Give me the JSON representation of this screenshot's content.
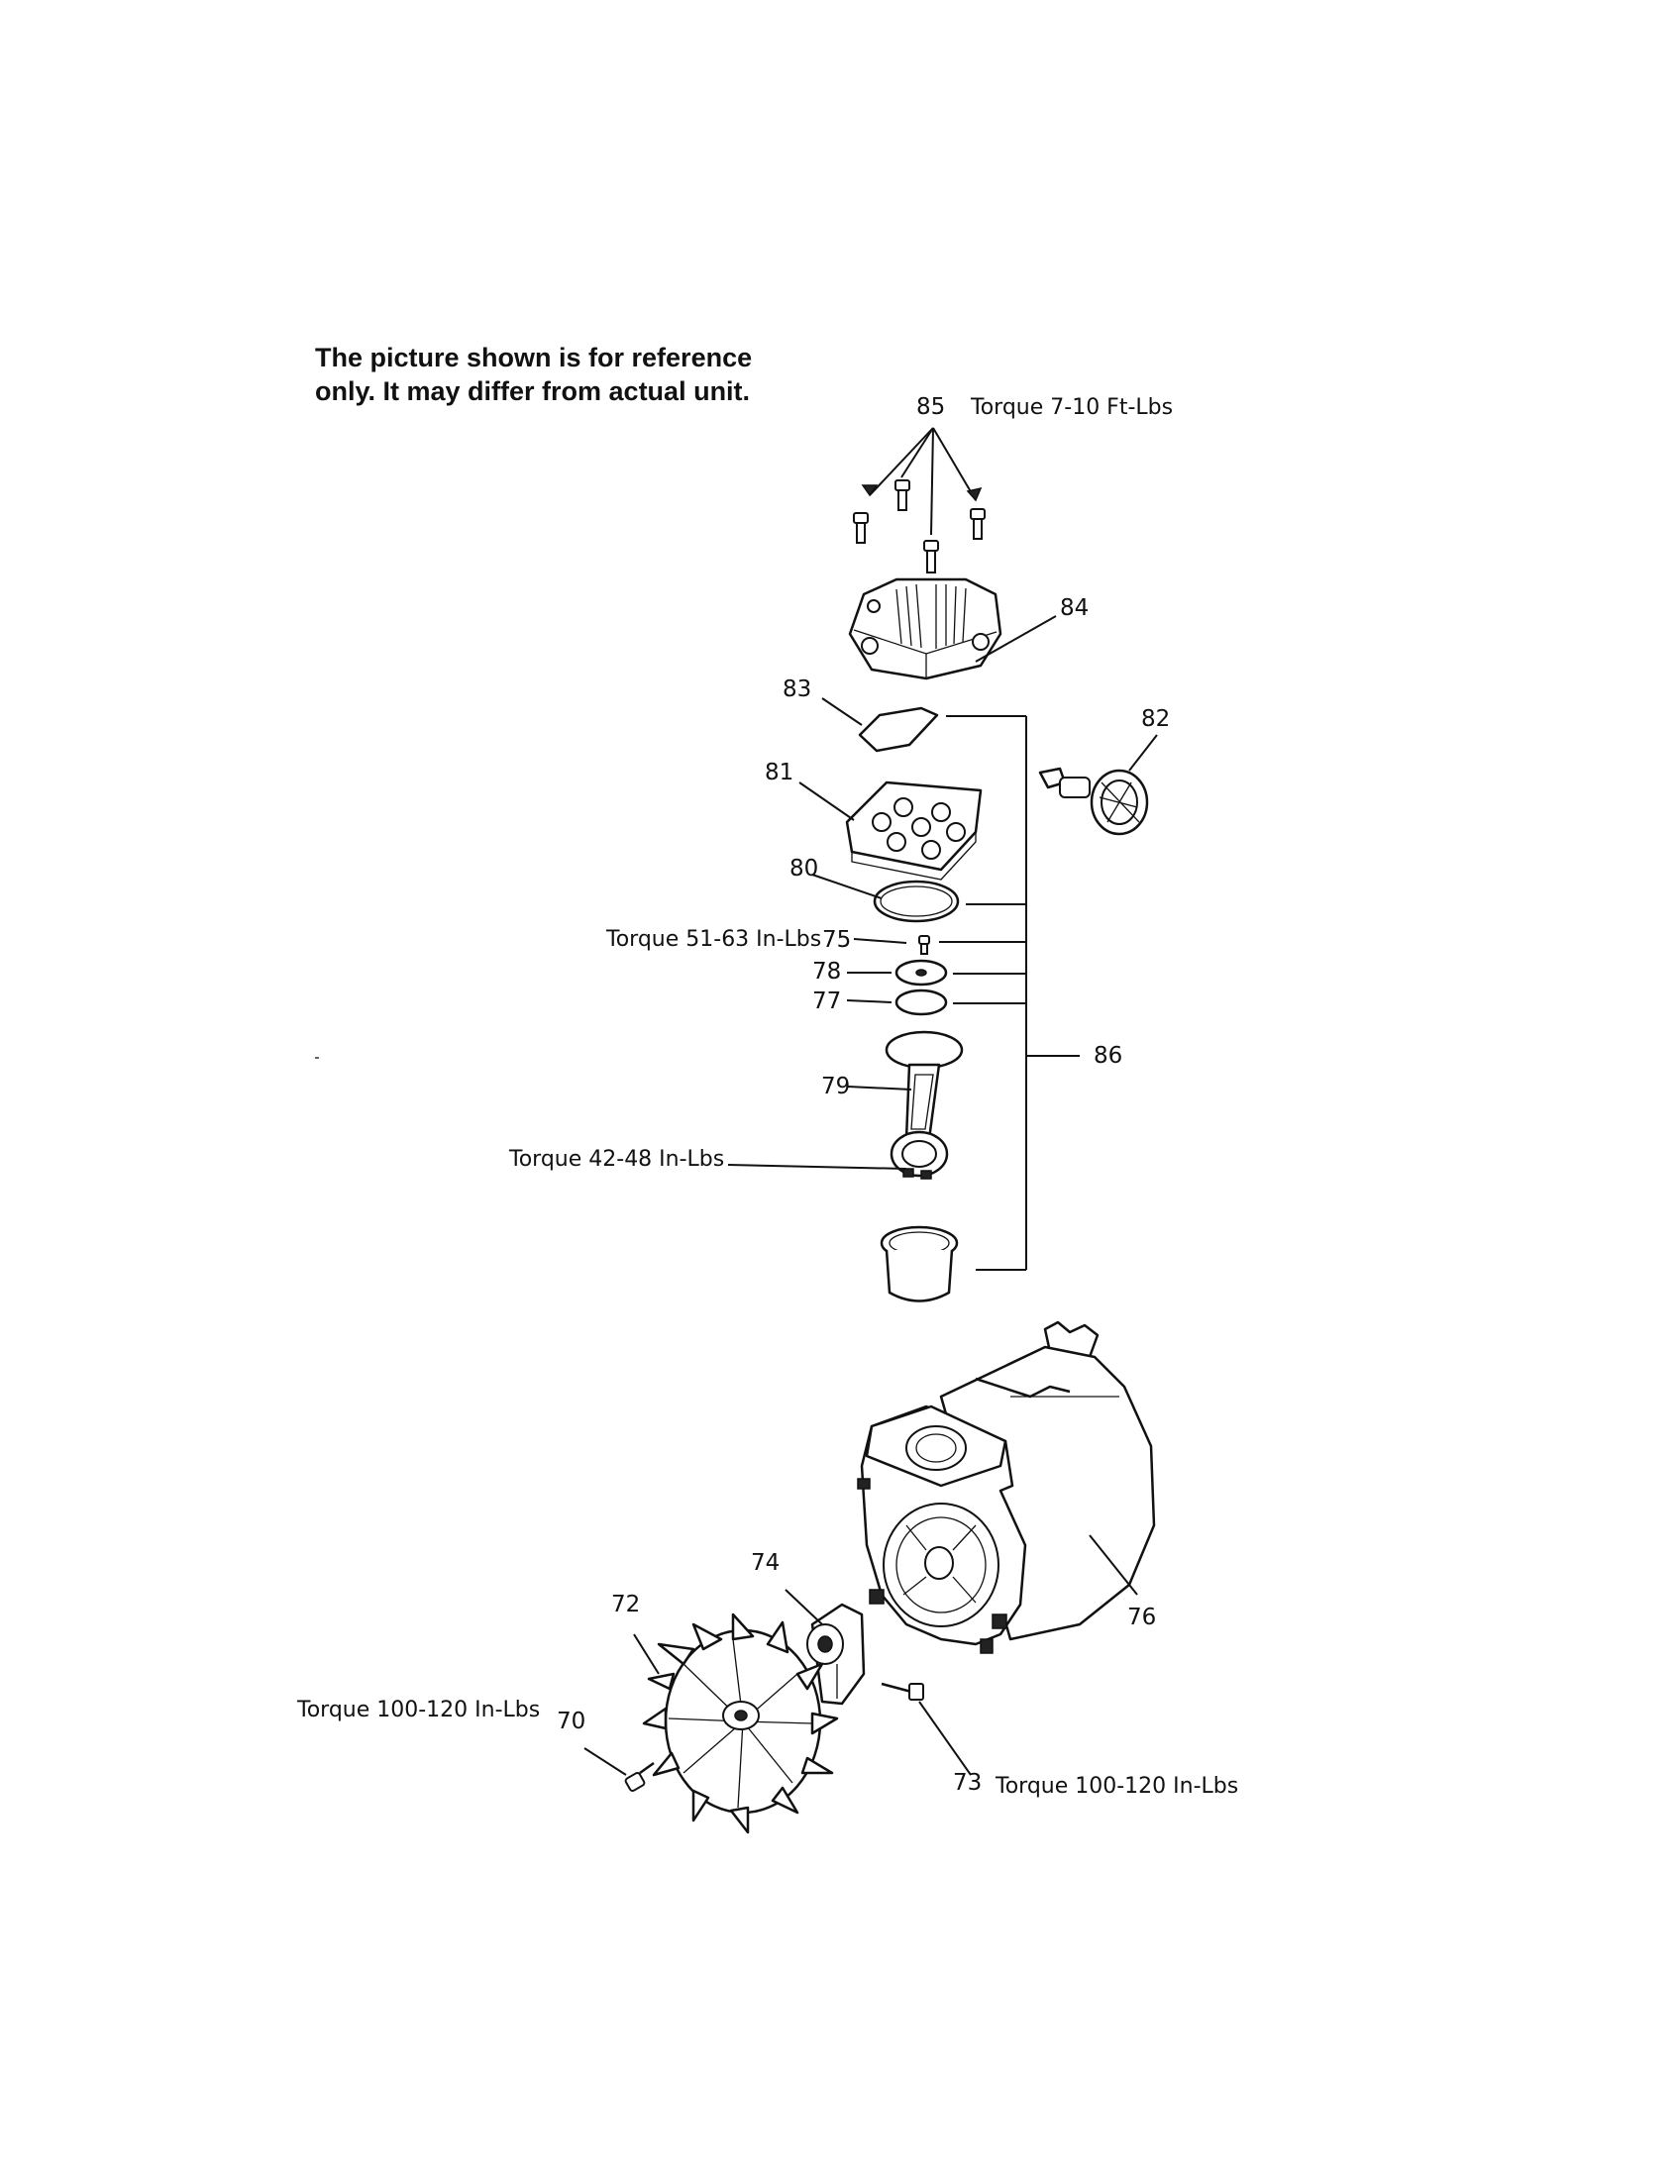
{
  "note": {
    "line1": "The picture shown is for reference",
    "line2": "only. It may differ from actual unit."
  },
  "callouts": {
    "c85": "85",
    "c84": "84",
    "c83": "83",
    "c82": "82",
    "c81": "81",
    "c80": "80",
    "c75": "75",
    "c78": "78",
    "c77": "77",
    "c79": "79",
    "c86": "86",
    "c76": "76",
    "c74": "74",
    "c72": "72",
    "c70": "70",
    "c73": "73"
  },
  "torque": {
    "t85": "Torque 7-10 Ft-Lbs",
    "t75": "Torque 51-63 In-Lbs",
    "t79": "Torque 42-48 In-Lbs",
    "t70": "Torque 100-120 In-Lbs",
    "t73": "Torque 100-120 In-Lbs"
  }
}
